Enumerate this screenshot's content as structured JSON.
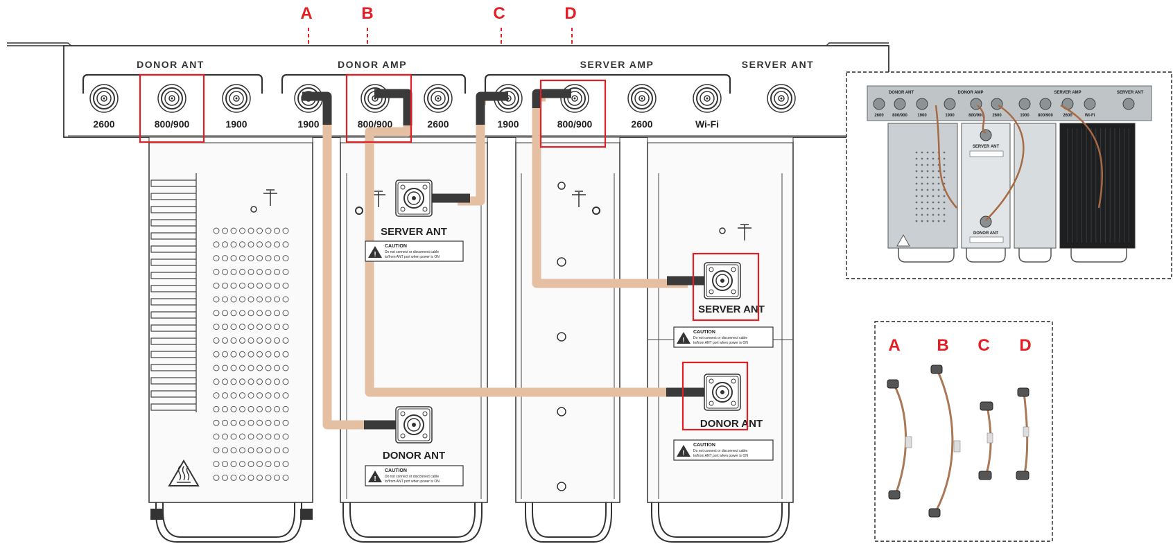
{
  "accent_color": "#e31e24",
  "cable_color": "#e5bfa2",
  "cable_end_color": "#3a3a3a",
  "cable_letters": [
    "A",
    "B",
    "C",
    "D"
  ],
  "panel": {
    "groups": [
      "DONOR ANT",
      "DONOR AMP",
      "SERVER AMP",
      "SERVER ANT"
    ],
    "ports": [
      "2600",
      "800/900",
      "1900",
      "1900",
      "800/900",
      "2600",
      "1900",
      "800/900",
      "2600",
      "Wi-Fi"
    ]
  },
  "modules": {
    "server_ant": "SERVER ANT",
    "donor_ant": "DONOR ANT",
    "caution_title": "CAUTION",
    "caution_text": [
      "Do not connect or disconnect cable",
      "to/from ANT port when power is ON"
    ]
  },
  "icons": [
    "ground-icon",
    "hot-surface-warning-icon",
    "caution-triangle-icon",
    "rf-connector-icon"
  ],
  "photo": {
    "group_labels": [
      "DONOR ANT",
      "DONOR AMP",
      "SERVER AMP",
      "SERVER ANT"
    ],
    "port_labels": [
      "2600",
      "800/900",
      "1900",
      "1900",
      "800/900",
      "2600",
      "1900",
      "800/900",
      "2600",
      "Wi-Fi"
    ],
    "module_labels": [
      "SERVER ANT",
      "DONOR ANT"
    ]
  }
}
